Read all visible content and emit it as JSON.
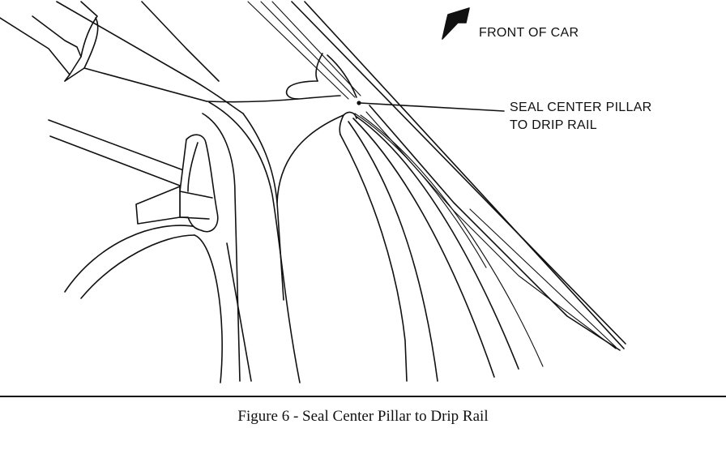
{
  "diagram": {
    "direction_label": "FRONT OF CAR",
    "callout_line1": "SEAL CENTER PILLAR",
    "callout_line2": "TO DRIP RAIL",
    "direction_arrow_icon": "front-direction-arrow-icon"
  },
  "caption": {
    "text": "Figure 6 - Seal Center Pillar to Drip Rail"
  }
}
